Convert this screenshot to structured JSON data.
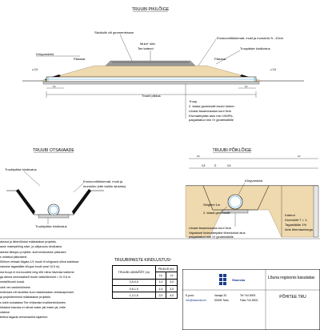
{
  "sections": {
    "longitudinal": {
      "title": "TRUUBI PIKILÕIGE",
      "labels": {
        "bottom_geotextile": "Sävikulik või geomembraan",
        "erosion_protection": "Erosioonitõkkematt, muld ja murukülv 5...10cm",
        "soil_and_seed": "Muld+ külv",
        "pavement": "Tee katend",
        "reinforcement": "Kõrgvankrist",
        "culvert_sealing_layer": "Truupäiste kindlustus",
        "left_slope_end": "Päismar",
        "right_slope_end": "Päismar",
        "culvert_length": "Truubi pikkus",
        "length_left": "Ls",
        "length_right": "Lv",
        "depth_left": "≥ 0,5",
        "depth_right": "≥ 0,5",
        "list_culvert": "Truup",
        "list_geotextile": "2. klassi geotekstiil truubi ümber",
        "list_sand": "Liivast fasandusalus kuni 5cm",
        "list_bed": "Kivimaterjalist alus min 10MPa,",
        "list_bed_2": "paigaldatud min IV geotekstiilile"
      }
    },
    "end_view": {
      "title": "TRUUBI OTSAVAADE",
      "labels": {
        "culvert_end_protection": "Truubipäise kindlustus",
        "erosion_mat": "Erosioonitõkkematt, muld ja",
        "erosion_mat_2": "murukülv (ette kahtlu aluseks)",
        "end_protection_bottom": "Truubipäise kindlustus"
      }
    },
    "cross": {
      "title": "TRUUBI PÕIKLÕIGE",
      "labels": {
        "width_a": "0,5",
        "width_b": "D",
        "width_c": "0,5",
        "width_ls": "Ls",
        "width_lv": "Lv",
        "strip_label": "Kõrgvankrist",
        "gravel_backfill": "Selgfeel 1m",
        "geotextile": "2. klassi geotekstiil",
        "sand_base": "Liivast fasandusalus kuni 5cm",
        "bed_1": "Vajadusel kivimaterjalist tihendatud alus",
        "bed_2": "paigaldatud min IV geotekstiilile",
        "cover": "Katend",
        "drain": "Dreenkiht T = 1:",
        "backfill_1": "Tagasitäide 1%",
        "backfill_2": "kivis tihendamisega"
      }
    }
  },
  "notes": [
    "akstud ja läbimõõdud määratakse projektis.",
    "asse materjaliring siise- ja väljavoolu kindlustus",
    "akeise läbiujuu projekte, kuid kindlustuse pikkused",
    "s ositatud pikkustest",
    "500mm ehtaab lõigata 1/1 truubi lõ kõrgused nõiva kaldesse.",
    "nassine tagasitäite kõrgus truubi peal 10,5 m)",
    "ma truupi ei ma koodeld ning elfe näha hävedav katteme",
    "ga alema minimaalselt truubi valtsüõimüürt > 2x 0,6 m",
    "metallitruubi korral.",
    "oleb ver-vankekülimine.",
    "embraani või tavalitse kuni maksimaalse veetasapinnani.",
    "ja projekteerimist määratakse projektis.",
    "s tuleb kohatakse Tee ehitamise kvaliteedinõuetes",
    "ülstatud kasutus ei oleval mater jali mater jal, miile",
    "ulatuse.",
    "tehtud tagada veevimaniha tajamine."
  ],
  "table": {
    "title": "TRUUBIPAISTE KINDLUSTUS²",
    "head_diameter": "TRUUBI LÄBIMÕÕT (m)",
    "head_length": "PIKKUS (m)",
    "col_ls": "Ls",
    "col_lv": "Lv",
    "rows": [
      {
        "d": "0,5-0,5",
        "ls": "1,0",
        "lv": "3,0"
      },
      {
        "d": "0,6-1,0",
        "ls": "1,5",
        "lv": "3,0"
      },
      {
        "d": "1,2-1,6",
        "ls": "2,0",
        "lv": "4,0"
      }
    ]
  },
  "title_block": {
    "company": "Skanska",
    "org": "Lõuna regioonis kasutatav",
    "doc_title": "PÕHITEE TRU",
    "email_label": "E-post:",
    "email": "info@skanska.ee",
    "address_1": "Vanaja 33",
    "address_2": "50005 Tartu",
    "phone": "Tel 744 8000",
    "fax": "Faks 744 8002"
  },
  "colors": {
    "accent": "#3f9fd0",
    "soil": "#efd9ae",
    "road": "#9c9c9c"
  }
}
